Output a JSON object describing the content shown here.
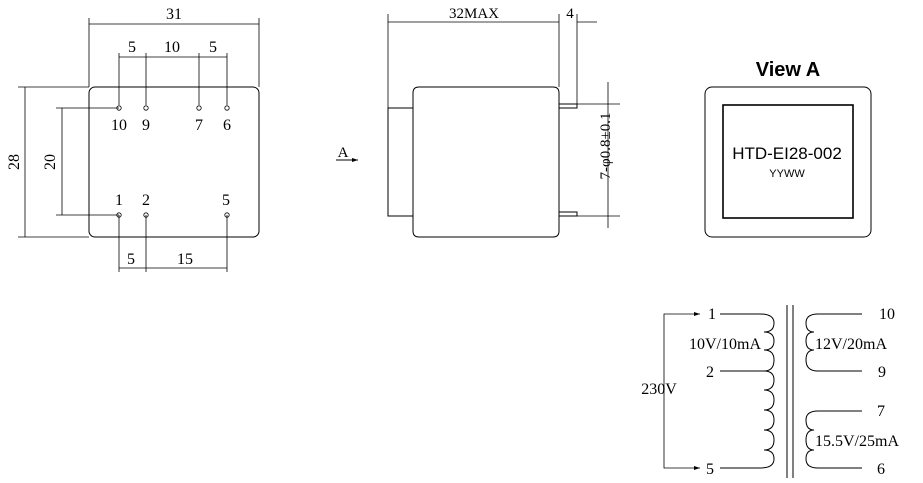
{
  "top_view": {
    "dim_width": "31",
    "dim_height": "28",
    "dim_pin_rows": "20",
    "dim_top_a": "5",
    "dim_top_b": "10",
    "dim_top_c": "5",
    "dim_bottom_a": "5",
    "dim_bottom_b": "15",
    "pins_top": [
      "10",
      "9",
      "7",
      "6"
    ],
    "pins_bottom": [
      "1",
      "2",
      "5"
    ]
  },
  "side_view": {
    "dim_length": "32MAX",
    "dim_pin_length": "4",
    "pin_spec": "7-φ0.8±0.1",
    "arrow_label": "A"
  },
  "view_a": {
    "title": "View A",
    "part_number": "HTD-EI28-002",
    "date_code": "YYWW"
  },
  "schematic": {
    "primary_voltage": "230V",
    "primary_pins": [
      "1",
      "2",
      "5"
    ],
    "primary_tap_label": "10V/10mA",
    "secondary1_label": "12V/20mA",
    "secondary1_pins": [
      "10",
      "9"
    ],
    "secondary2_label": "15.5V/25mA",
    "secondary2_pins": [
      "7",
      "6"
    ]
  }
}
